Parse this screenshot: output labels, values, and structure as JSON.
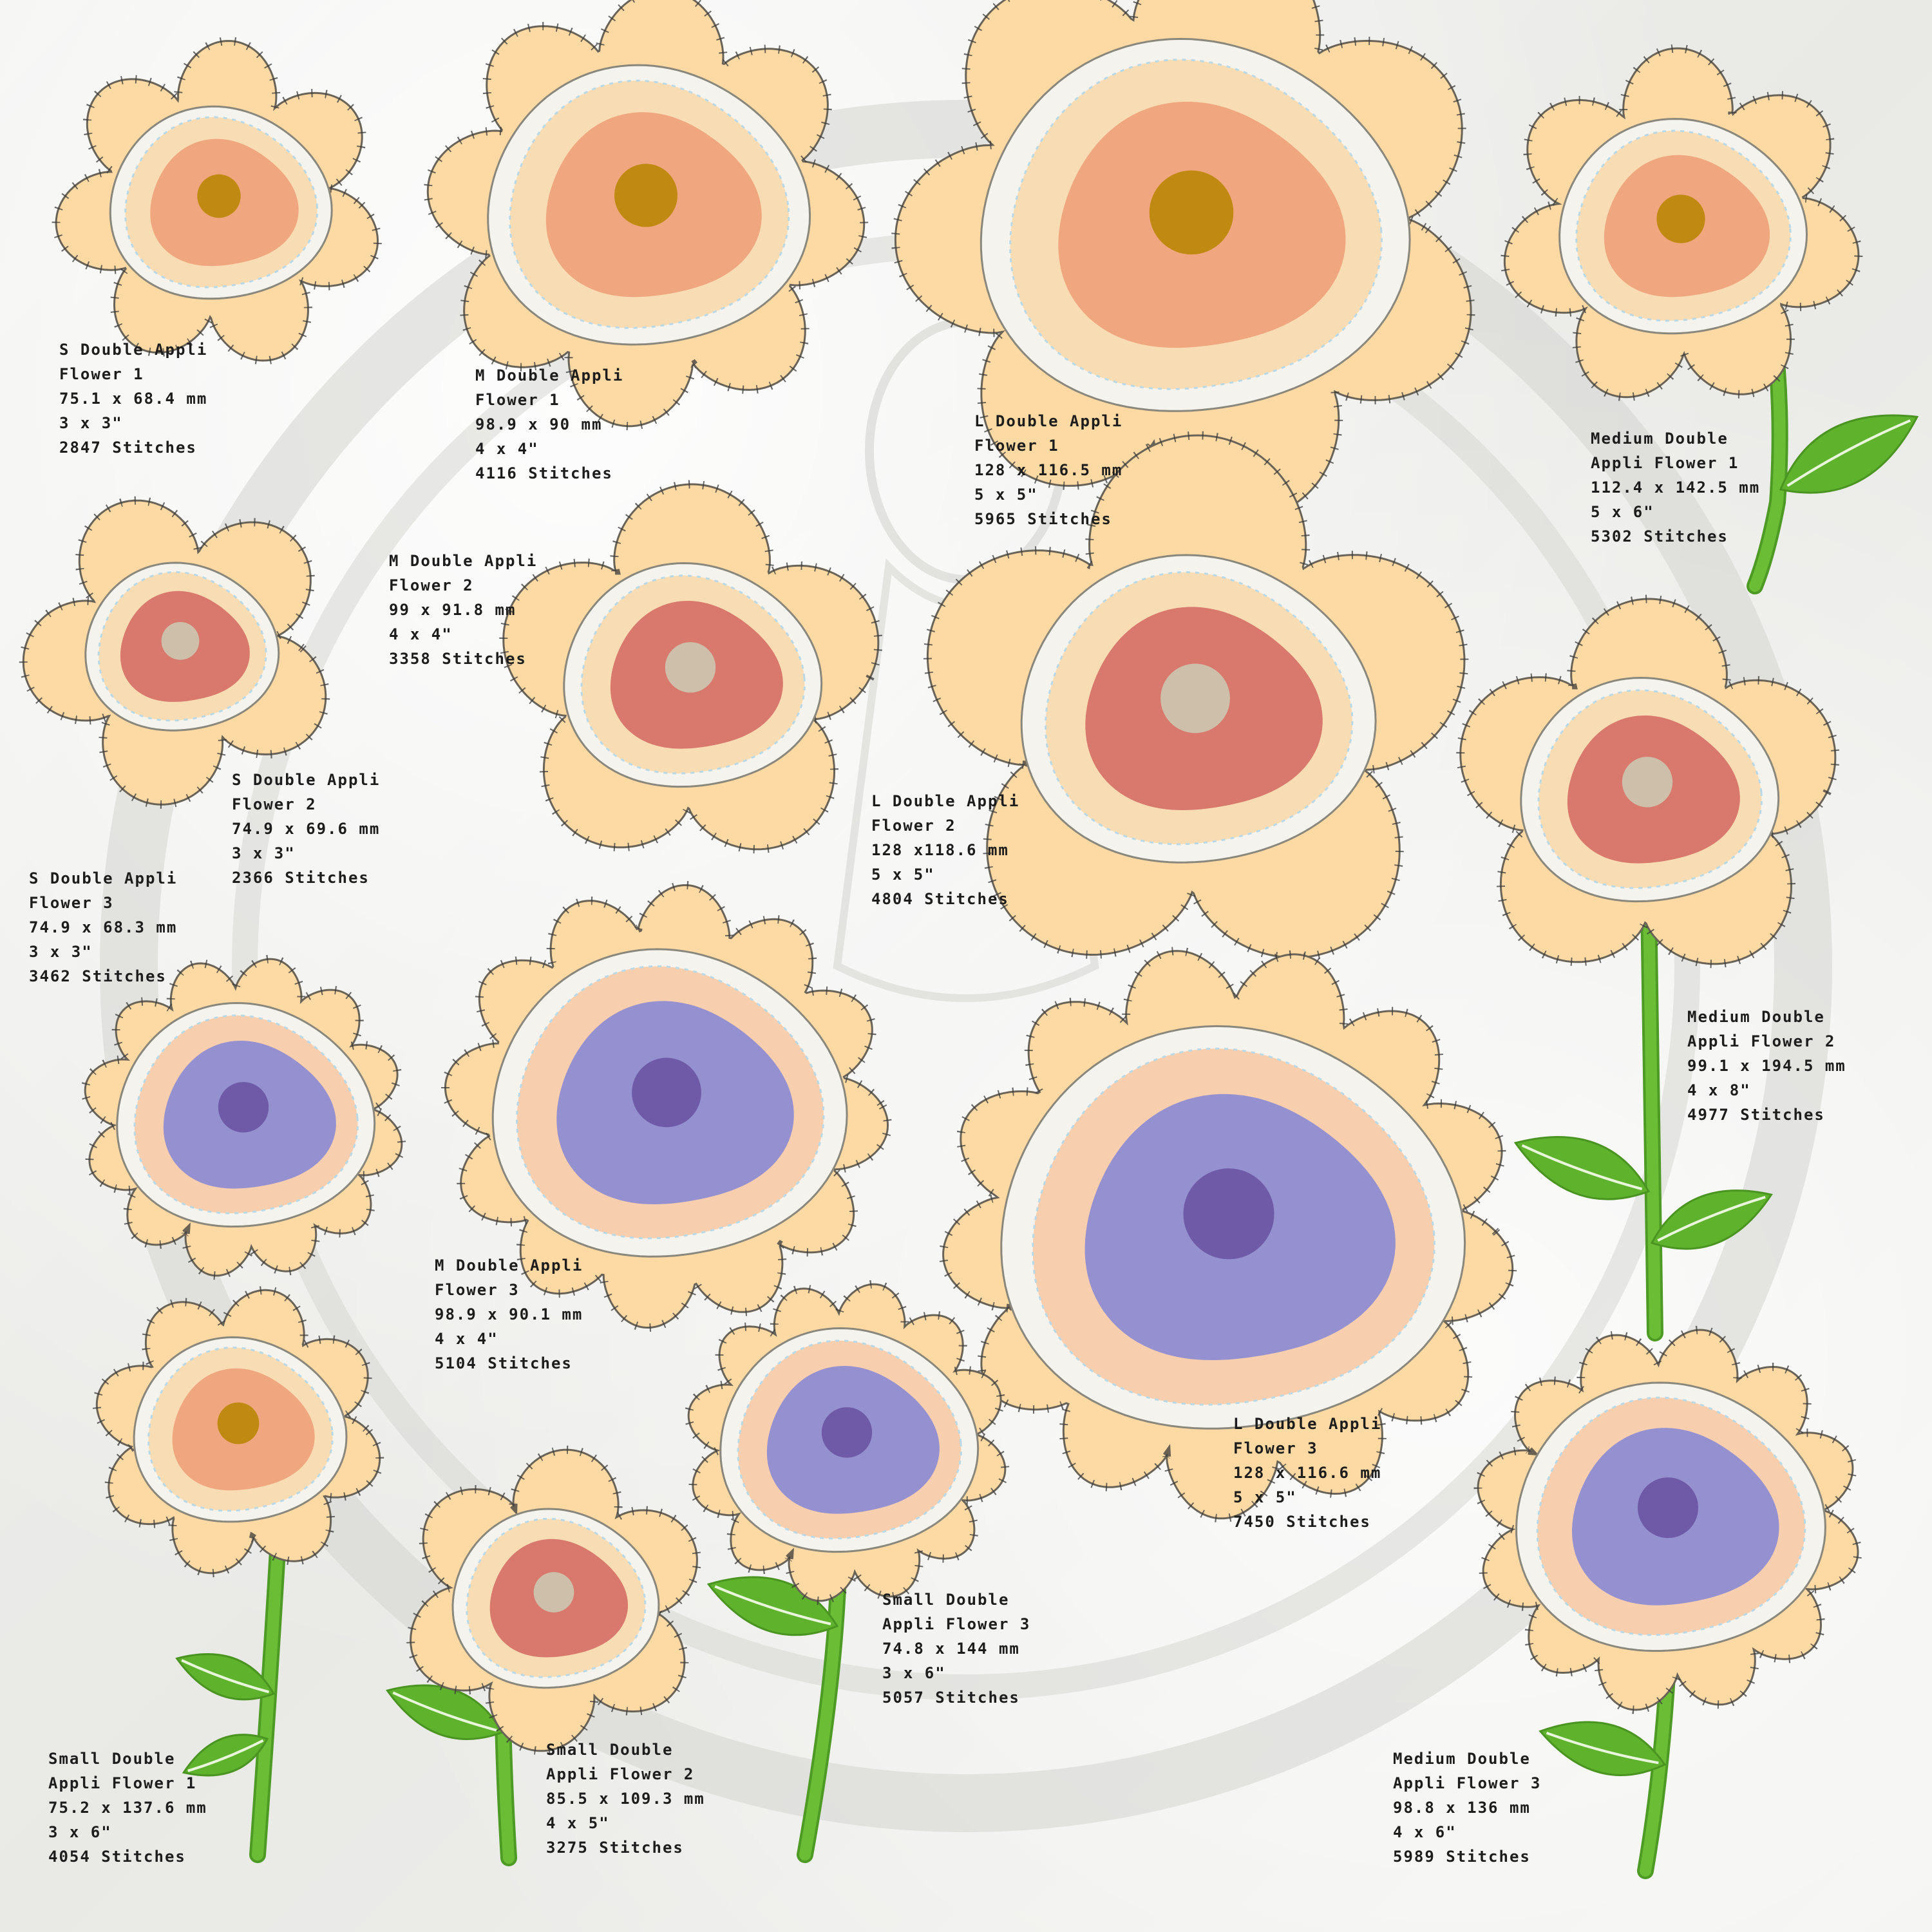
{
  "colors": {
    "petal": "#fdd9a3",
    "stitch": "#3a3a3a",
    "ring": "#f4f3ee",
    "stem": "#6cbd36",
    "orange_center": "#f0a67e",
    "orange_dot": "#c08a12",
    "rose_center": "#d9786c",
    "rose_dot": "#cdbfaa",
    "violet_center": "#9591d0",
    "violet_dot": "#6f5aa8",
    "watermark": "#c9c9c6"
  },
  "designs": [
    {
      "lines": [
        "S Double Appli",
        "Flower 1",
        "75.1 x 68.4 mm",
        "3 x 3\"",
        "2847 Stitches"
      ]
    },
    {
      "lines": [
        "M Double Appli",
        "Flower 1",
        "98.9 x 90 mm",
        "4 x 4\"",
        "4116 Stitches"
      ]
    },
    {
      "lines": [
        "L Double Appli",
        "Flower 1",
        "128 x 116.5 mm",
        "5 x 5\"",
        "5965 Stitches"
      ]
    },
    {
      "lines": [
        "Medium Double",
        "Appli Flower 1",
        "112.4 x 142.5 mm",
        "5 x 6\"",
        "5302 Stitches"
      ]
    },
    {
      "lines": [
        "M Double Appli",
        "Flower 2",
        "99 x 91.8 mm",
        "4 x 4\"",
        "3358 Stitches"
      ]
    },
    {
      "lines": [
        "S Double Appli",
        "Flower 2",
        "74.9 x 69.6 mm",
        "3 x 3\"",
        "2366 Stitches"
      ]
    },
    {
      "lines": [
        "L Double Appli",
        "Flower 2",
        "128 x118.6 mm",
        "5 x 5\"",
        "4804 Stitches"
      ]
    },
    {
      "lines": [
        "S Double Appli",
        "Flower 3",
        "74.9 x 68.3 mm",
        "3 x 3\"",
        "3462 Stitches"
      ]
    },
    {
      "lines": [
        "Medium Double",
        "Appli Flower 2",
        "99.1 x 194.5 mm",
        "4 x 8\"",
        "4977 Stitches"
      ]
    },
    {
      "lines": [
        "M Double Appli",
        "Flower 3",
        "98.9 x 90.1 mm",
        "4 x 4\"",
        "5104 Stitches"
      ]
    },
    {
      "lines": [
        "L Double Appli",
        "Flower 3",
        "128 x 116.6 mm",
        "5 x 5\"",
        "7450 Stitches"
      ]
    },
    {
      "lines": [
        "Small Double",
        "Appli Flower 3",
        "74.8 x 144 mm",
        "3 x 6\"",
        "5057 Stitches"
      ]
    },
    {
      "lines": [
        "Small Double",
        "Appli Flower 1",
        "75.2 x 137.6 mm",
        "3 x 6\"",
        "4054 Stitches"
      ]
    },
    {
      "lines": [
        "Small Double",
        "Appli Flower 2",
        "85.5 x 109.3 mm",
        "4 x 5\"",
        "3275 Stitches"
      ]
    },
    {
      "lines": [
        "Medium Double",
        "Appli Flower 3",
        "98.8 x 136 mm",
        "4 x 6\"",
        "5989 Stitches"
      ]
    }
  ]
}
